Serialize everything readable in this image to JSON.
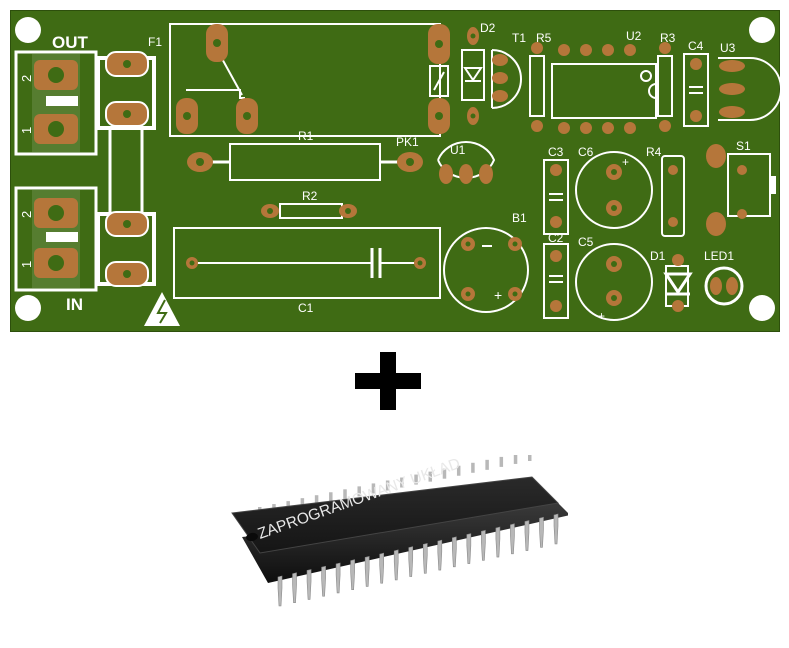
{
  "pcb": {
    "board_color": "#3f6b14",
    "pad_color": "#b5763a",
    "silk_color": "#ffffff",
    "labels": {
      "out": "OUT",
      "in": "IN",
      "f1": "F1",
      "r1": "R1",
      "r2": "R2",
      "pk1": "PK1",
      "c1": "C1",
      "d2": "D2",
      "t1": "T1",
      "r5": "R5",
      "u2": "U2",
      "r3": "R3",
      "c4": "C4",
      "u3": "U3",
      "u1": "U1",
      "c3": "C3",
      "c6": "C6",
      "r4": "R4",
      "s1": "S1",
      "b1": "B1",
      "c2": "C2",
      "c5": "C5",
      "d1": "D1",
      "led1": "LED1",
      "conn_out_pin2": "2",
      "conn_out_pin1": "1",
      "conn_in_pin2": "2",
      "conn_in_pin1": "1"
    }
  },
  "plus_sign": "+",
  "chip": {
    "label": "ZAPROGRAMOWANY UKŁAD",
    "body_color": "#1c1c1c",
    "leg_color": "#b8b8b8"
  }
}
